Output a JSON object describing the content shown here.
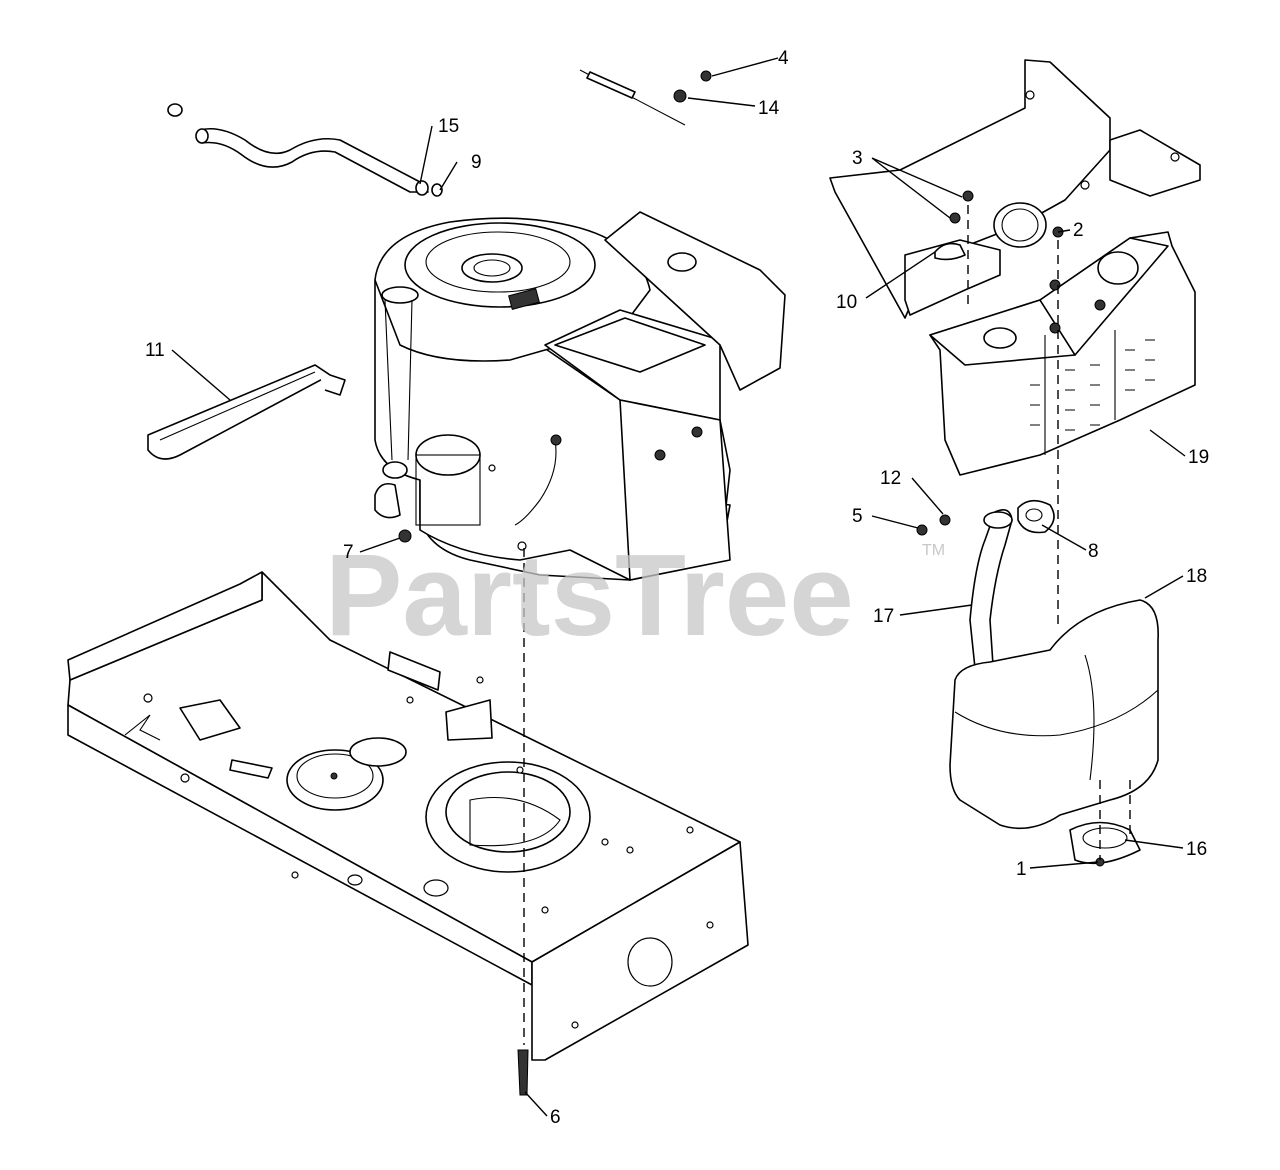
{
  "watermark": {
    "text": "PartsTree",
    "mark": "TM"
  },
  "callouts": [
    {
      "id": "c1",
      "label": "1"
    },
    {
      "id": "c2",
      "label": "2"
    },
    {
      "id": "c3",
      "label": "3"
    },
    {
      "id": "c4",
      "label": "4"
    },
    {
      "id": "c5",
      "label": "5"
    },
    {
      "id": "c6",
      "label": "6"
    },
    {
      "id": "c7",
      "label": "7"
    },
    {
      "id": "c8",
      "label": "8"
    },
    {
      "id": "c9",
      "label": "9"
    },
    {
      "id": "c10",
      "label": "10"
    },
    {
      "id": "c11",
      "label": "11"
    },
    {
      "id": "c12",
      "label": "12"
    },
    {
      "id": "c14",
      "label": "14"
    },
    {
      "id": "c15",
      "label": "15"
    },
    {
      "id": "c16",
      "label": "16"
    },
    {
      "id": "c17",
      "label": "17"
    },
    {
      "id": "c18",
      "label": "18"
    },
    {
      "id": "c19",
      "label": "19"
    }
  ]
}
